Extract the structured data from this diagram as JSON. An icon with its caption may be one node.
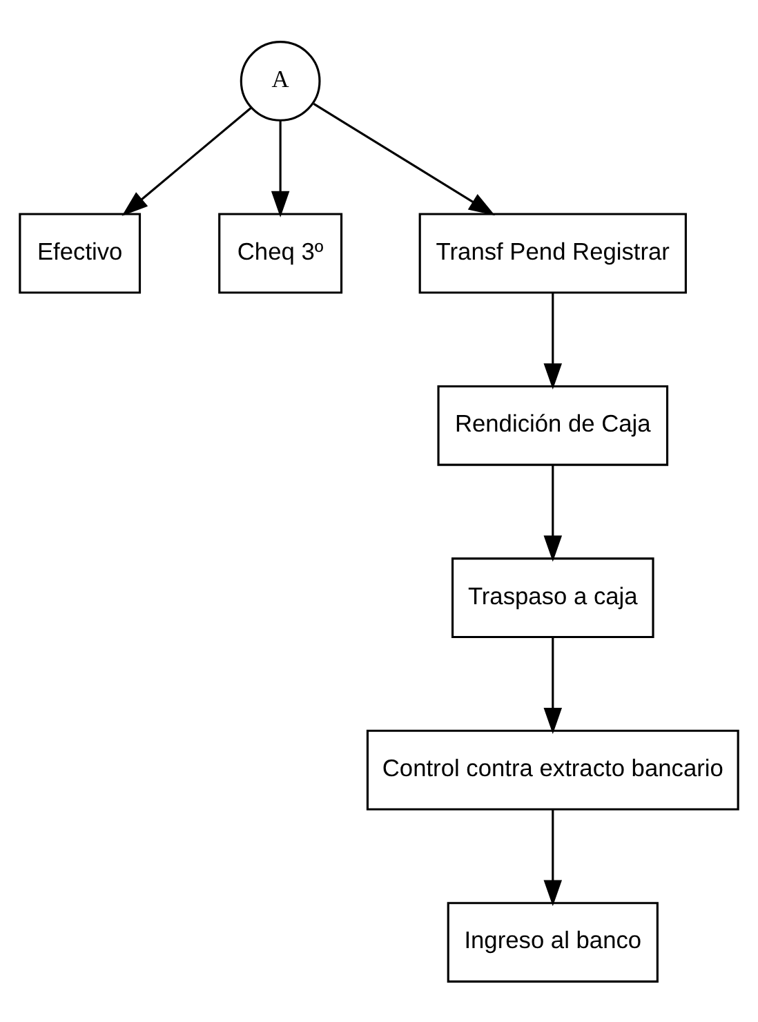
{
  "diagram": {
    "nodes": [
      {
        "text": [
          "A"
        ]
      },
      {
        "text": [
          "Efectivo"
        ]
      },
      {
        "text": [
          "Cheq 3º"
        ]
      },
      {
        "text": [
          "Transf Pend Registrar"
        ]
      },
      {
        "text": [
          "Rendición de Caja"
        ]
      },
      {
        "text": [
          "Traspaso a caja"
        ]
      },
      {
        "text": [
          "Control contra extracto bancario"
        ]
      },
      {
        "text": [
          "Ingreso al banco"
        ]
      }
    ],
    "edges": [
      {
        "from": 0,
        "to": 1,
        "arrow": "to"
      },
      {
        "from": 0,
        "to": 2,
        "arrow": "to"
      },
      {
        "from": 0,
        "to": 3,
        "arrow": "to"
      },
      {
        "from": 3,
        "to": 4,
        "arrow": "to"
      },
      {
        "from": 4,
        "to": 5,
        "arrow": "to"
      },
      {
        "from": 5,
        "to": 6,
        "arrow": "to"
      },
      {
        "from": 6,
        "to": 7,
        "arrow": "to"
      }
    ]
  }
}
